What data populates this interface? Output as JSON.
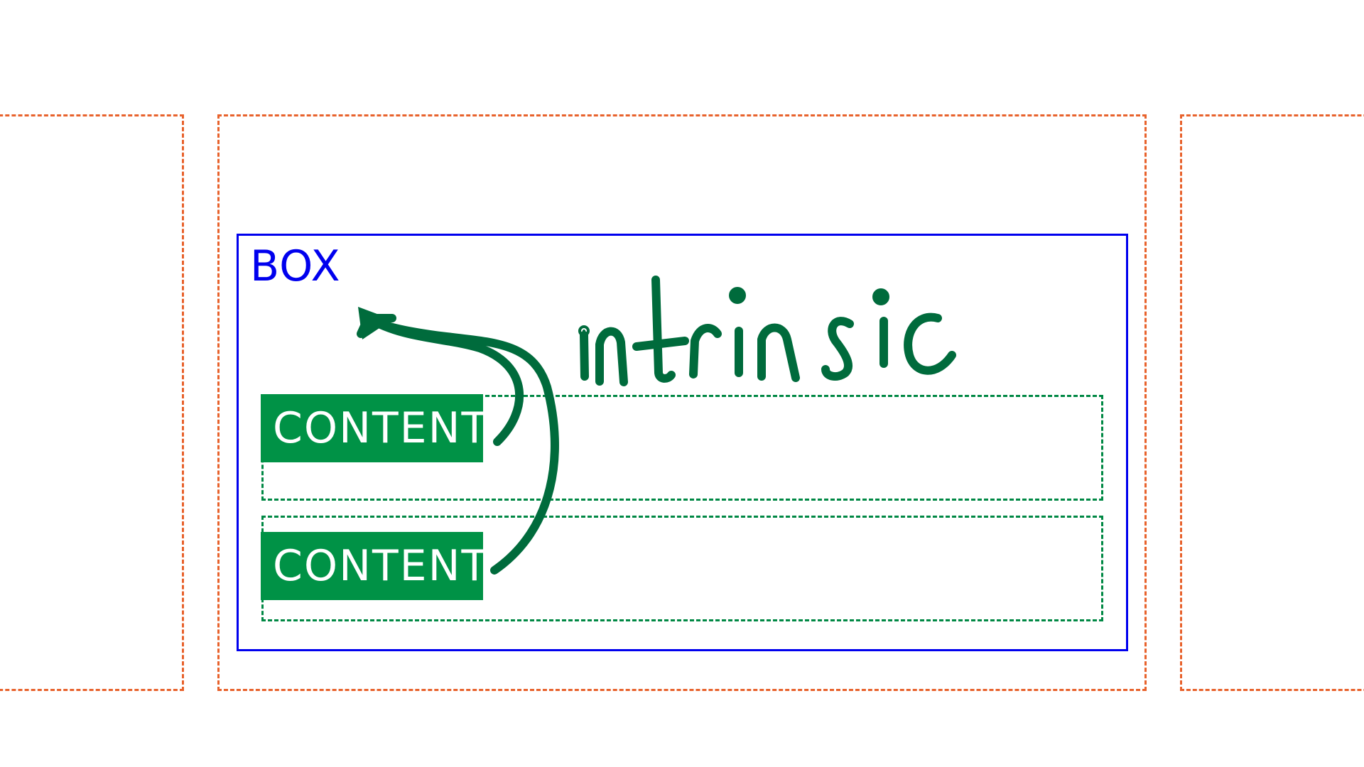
{
  "box": {
    "label": "BOX"
  },
  "rows": [
    {
      "label": "CONTENT"
    },
    {
      "label": "CONTENT"
    }
  ],
  "annotation": {
    "text": "intrinsic"
  },
  "colors": {
    "frame_dashed": "#e8622c",
    "box_border": "#0000ee",
    "content_fill": "#009246",
    "row_dashed": "#008844",
    "annotation_ink": "#006b3c"
  }
}
